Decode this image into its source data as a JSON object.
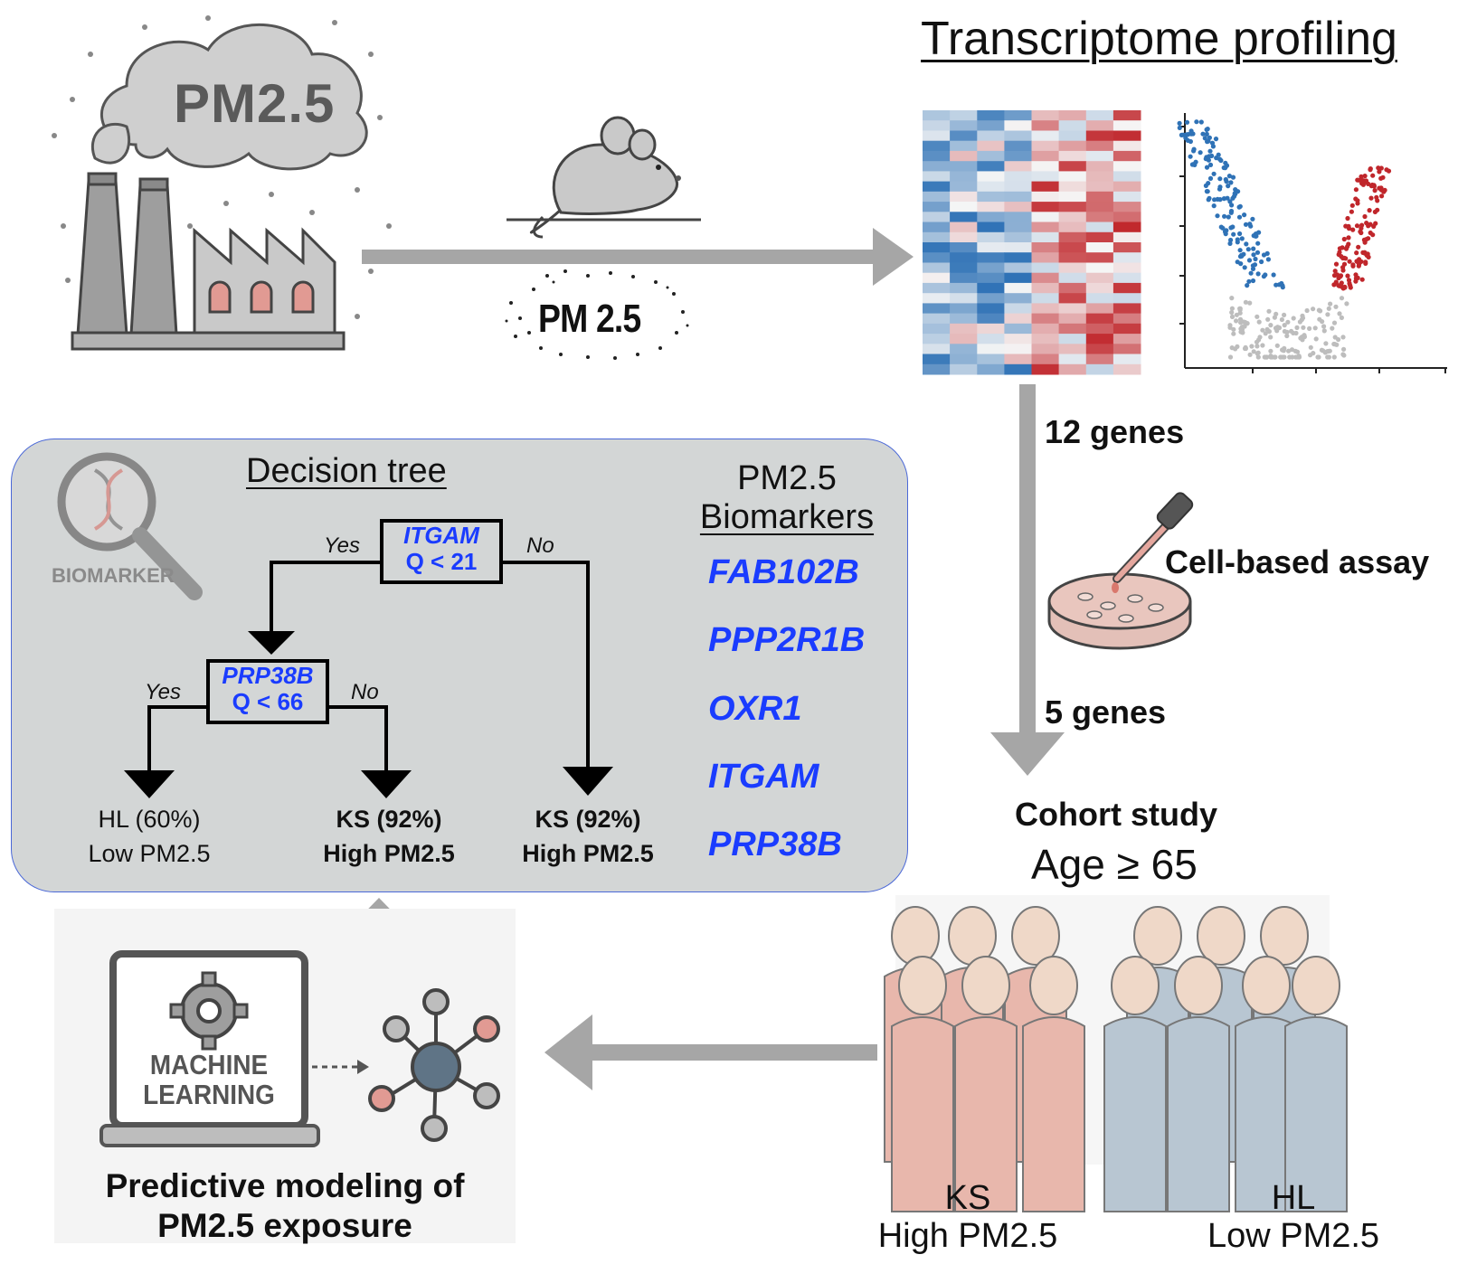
{
  "transcriptome": {
    "title": "Transcriptome profiling"
  },
  "factory": {
    "cloud_label": "PM2.5"
  },
  "mouse": {
    "exposure_label": "PM 2.5"
  },
  "flow": {
    "genes_12": "12 genes",
    "cell_assay": "Cell-based assay",
    "genes_5": "5 genes"
  },
  "cohort": {
    "title": "Cohort study",
    "age": "Age ≥ 65",
    "groups": [
      {
        "code": "KS",
        "exposure": "High PM2.5"
      },
      {
        "code": "HL",
        "exposure": "Low PM2.5"
      }
    ]
  },
  "decision_tree": {
    "title": "Decision tree",
    "badge_label": "BIOMARKER",
    "root": {
      "gene": "ITGAM",
      "rule": "Q < 21",
      "yes": "Yes",
      "no": "No"
    },
    "child": {
      "gene": "PRP38B",
      "rule": "Q < 66",
      "yes": "Yes",
      "no": "No"
    },
    "leaves": [
      {
        "class": "HL (60%)",
        "label": "Low PM2.5"
      },
      {
        "class": "KS (92%)",
        "label": "High PM2.5"
      },
      {
        "class": "KS (92%)",
        "label": "High PM2.5"
      }
    ]
  },
  "biomarkers": {
    "title_line1": "PM2.5",
    "title_line2": "Biomarkers",
    "genes": [
      "FAB102B",
      "PPP2R1B",
      "OXR1",
      "ITGAM",
      "PRP38B"
    ]
  },
  "ml": {
    "screen_line1": "MACHINE",
    "screen_line2": "LEARNING",
    "caption_line1": "Predictive modeling of",
    "caption_line2": "PM2.5 exposure"
  },
  "colors": {
    "arrow_gray": "#a6a6a6",
    "panel_gray": "#d3d6d6",
    "gene_blue": "#1a3cff",
    "heat_red": "#c0262b",
    "heat_blue": "#2f72b6",
    "ks_group": "#e8b7ac",
    "hl_group": "#b8c6d2"
  }
}
